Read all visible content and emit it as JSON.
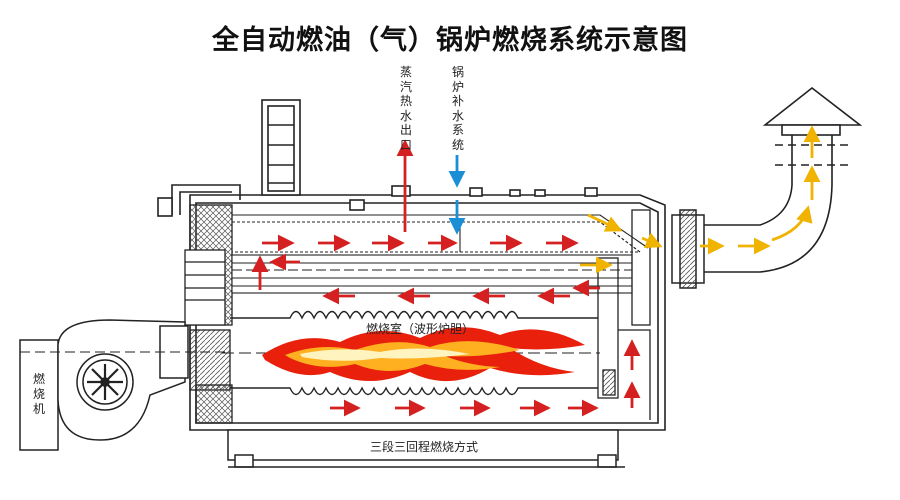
{
  "title": "全自动燃油（气）锅炉燃烧系统示意图",
  "labels": {
    "steam_outlet": "蒸汽热水出口",
    "water_supply": "锅炉补水系统",
    "combustion_chamber": "燃烧室（波形炉胆）",
    "three_pass": "三段三回程燃烧方式",
    "burner": "燃烧机"
  },
  "colors": {
    "hot_flow": "#d42020",
    "flue_flow": "#f0b400",
    "water_flow": "#1a8fd6",
    "flame_outer": "#e8200c",
    "flame_inner": "#ffb020",
    "outline": "#222222"
  }
}
